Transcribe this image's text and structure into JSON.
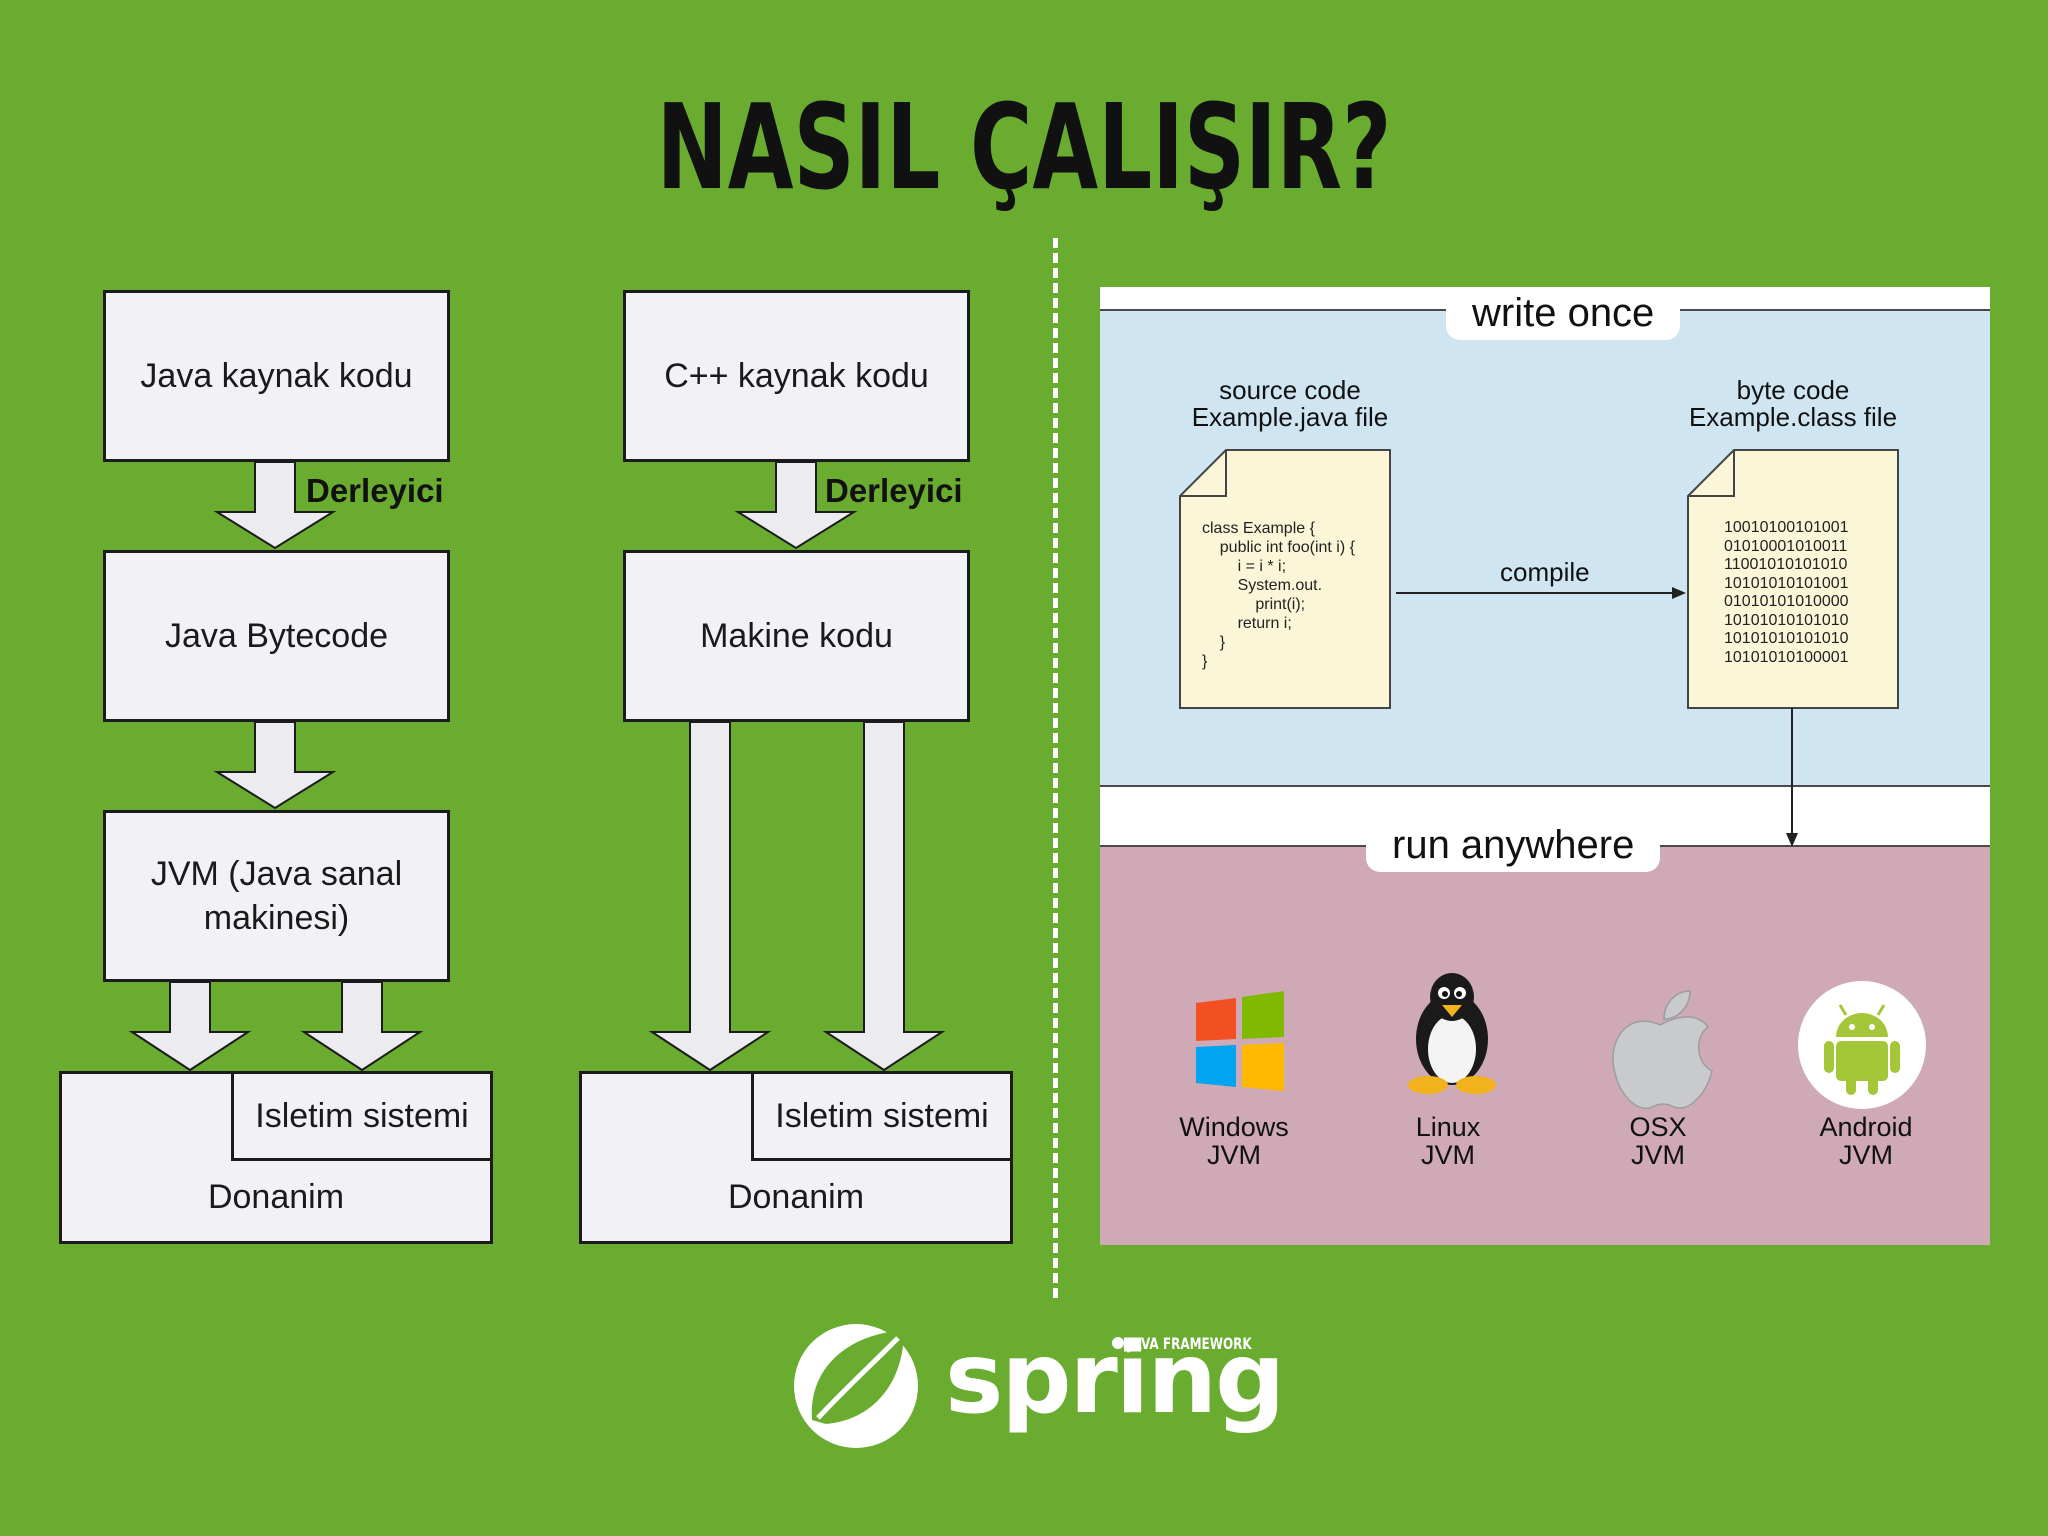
{
  "title": "NASIL ÇALIŞIR?",
  "java_flow": {
    "source": "Java kaynak kodu",
    "compiler": "Derleyici",
    "bytecode": "Java Bytecode",
    "jvm": "JVM (Java sanal makinesi)",
    "os": "Isletim sistemi",
    "hardware": "Donanim"
  },
  "cpp_flow": {
    "source": "C++ kaynak kodu",
    "compiler": "Derleyici",
    "machine_code": "Makine kodu",
    "os": "Isletim sistemi",
    "hardware": "Donanim"
  },
  "wora": {
    "write_once": "write once",
    "run_anywhere": "run anywhere",
    "source_caption_1": "source code",
    "source_caption_2": "Example.java file",
    "byte_caption_1": "byte code",
    "byte_caption_2": "Example.class file",
    "compile": "compile",
    "code_lines": "class Example {\n    public int foo(int i) {\n        i = i * i;\n        System.out.\n            print(i);\n        return i;\n    }\n}",
    "binary_lines": "10010100101001\n01010001010011\n11001010101010\n10101010101001\n01010101010000\n10101010101010\n10101010101010\n10101010100001",
    "platforms": [
      {
        "name": "Windows",
        "sub": "JVM",
        "icon": "windows-logo"
      },
      {
        "name": "Linux",
        "sub": "JVM",
        "icon": "tux-penguin"
      },
      {
        "name": "OSX",
        "sub": "JVM",
        "icon": "apple-logo"
      },
      {
        "name": "Android",
        "sub": "JVM",
        "icon": "android-robot"
      }
    ]
  },
  "logo": {
    "wordmark": "spring",
    "tagline": "JAVA FRAMEWORK"
  },
  "colors": {
    "background": "#69ac2f",
    "box_fill": "#f2f2f6",
    "write_once_region": "#cfe6f2",
    "run_anywhere_region": "#cfaab6",
    "file_paper": "#fbf6d8"
  }
}
